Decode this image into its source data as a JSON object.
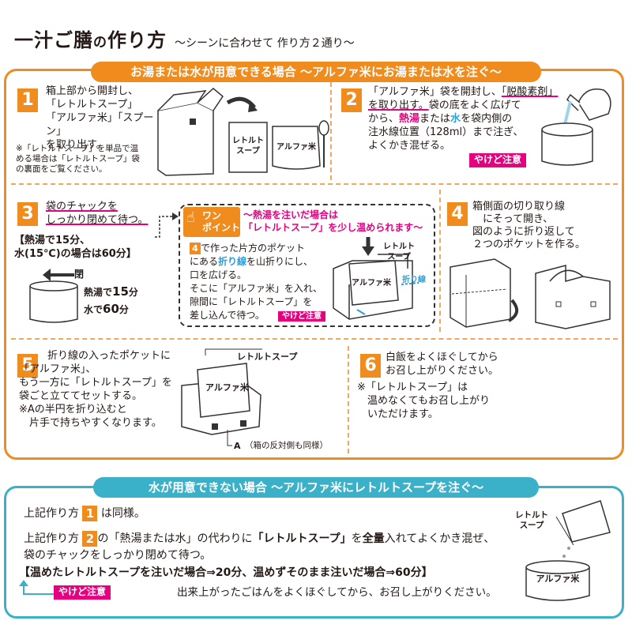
{
  "header": {
    "title_a": "一汁ご膳",
    "title_no": "の",
    "title_b": "作り方",
    "subtitle": "〜シーンに合わせて 作り方２通り〜"
  },
  "section_hot": {
    "heading": "お湯または水が用意できる場合 〜アルファ米にお湯または水を注ぐ〜",
    "step1": {
      "num": "1",
      "text": "箱上部から開封し、\n「レトルトスープ」\n「アルファ米」「スプーン」\nを取り出す。",
      "note": "※「レトルトスープ」を単品で温\nめる場合は「レトルトスープ」袋\nの裏面をご覧ください。",
      "pouch_soup": "レトルト\nスープ",
      "pouch_rice": "アルファ米"
    },
    "step2": {
      "num": "2",
      "t1": "「アルファ米」袋を開封し、",
      "t2": "「脱酸素剤」",
      "t3": "を取り出す。",
      "t4": "袋の底をよく広げて",
      "t5": "から、",
      "t6": "熱湯",
      "t7": "または",
      "t8": "水",
      "t9": "を袋内側の",
      "t10": "注水線位置（128ml）まで注ぎ、",
      "t11": "よくかき混ぜる。",
      "warn": "やけど注意"
    },
    "step3": {
      "num": "3",
      "t1": "袋のチャックを",
      "t2": "しっかり閉めて待つ。",
      "wait": "【熱湯で15分、\n水(15℃)の場合は60分】",
      "close_label": "閉",
      "hot_label": "熱湯で",
      "hot_min": "15",
      "hot_unit": "分",
      "water_label": "水で",
      "water_min": "60",
      "water_unit": "分"
    },
    "onepoint": {
      "badge": "ワン\nポイント",
      "head1": "〜熱湯を注いだ場合は",
      "head2": "「レトルトスープ」を少し温められます〜",
      "ref": "4",
      "text": "で作った片方のポケット\nにある",
      "fold": "折り線",
      "text2": "を山折りにし、\n口を広げる。\nそこに「アルファ米」を入れ、\n隙間に「レトルトスープ」を\n差し込んで待つ。",
      "warn": "やけど注意",
      "lbl_soup": "レトルト\nスープ",
      "lbl_rice": "アルファ米",
      "lbl_fold": "折り線"
    },
    "step4": {
      "num": "4",
      "text": "箱側面の切り取り線\n　にそって開き、\n図のように折り返して\n２つのポケットを作る。"
    },
    "step5": {
      "num": "5",
      "text": "折り線の入ったポケットに\n「アルファ米」、\nもう一方に「レトルトスープ」を\n袋ごと立ててセットする。\n※Aの半円を折り込むと\n　片手で持ちやすくなります。",
      "lbl_soup": "レトルトスープ",
      "lbl_rice": "アルファ米",
      "lbl_a": "A",
      "lbl_a_note": "（箱の反対側も同様）"
    },
    "step6": {
      "num": "6",
      "text": "白飯をよくほぐしてから\nお召し上がりください。",
      "note": "※「レトルトスープ」は\n　温めなくてもお召し上がり\n　いただけます。"
    }
  },
  "section_nowater": {
    "heading": "水が用意できない場合 〜アルファ米にレトルトスープを注ぐ〜",
    "l1a": "上記作り方",
    "l1n": "1",
    "l1b": "は同様。",
    "l2a": "上記作り方",
    "l2n": "2",
    "l2b": "の「熱湯または水」の代わりに",
    "l2c": "「レトルトスープ」",
    "l2d": "を",
    "l2e": "全量",
    "l2f": "入れてよくかき混ぜ、",
    "l3": "袋のチャックをしっかり閉めて待つ。",
    "l4": "【温めたレトルトスープを注いだ場合⇒20分、温めずそのまま注いだ場合⇒60分】",
    "warn": "やけど注意",
    "l5": "出来上がったごはんをよくほぐしてから、お召し上がりください。",
    "lbl_soup": "レトルト\nスープ",
    "lbl_rice": "アルファ米"
  }
}
